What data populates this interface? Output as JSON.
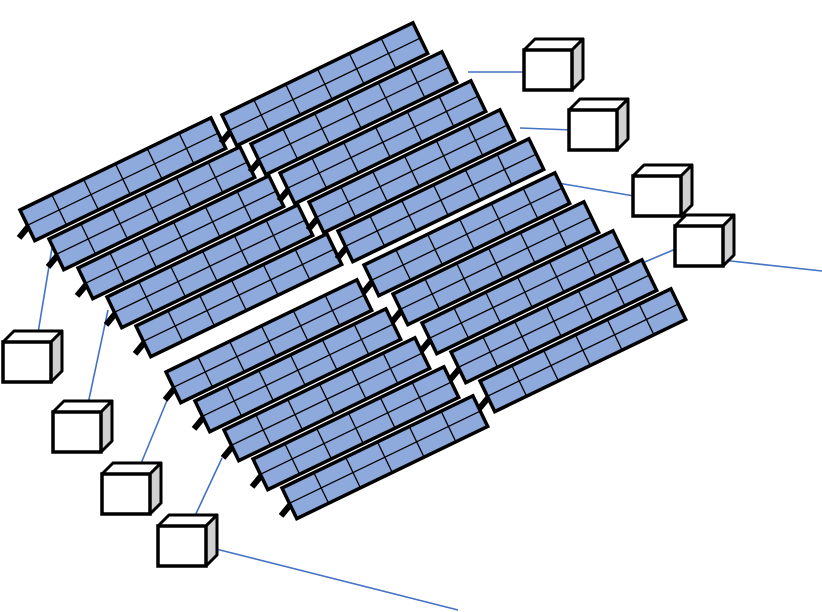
{
  "title": "",
  "colors": {
    "panel_fill": "#8EA9DB",
    "outline": "#000000",
    "cable": "#4472C4",
    "box_top": "#ffffff",
    "box_side": "#d0d0d0",
    "background": "#ffffff"
  },
  "panel": {
    "cells_along": 6,
    "cells_across": 2
  },
  "arrays": [
    {
      "name": "array-upper-left",
      "rows": 5
    },
    {
      "name": "array-upper-right",
      "rows": 5
    },
    {
      "name": "array-lower-left",
      "rows": 5
    },
    {
      "name": "array-lower-right",
      "rows": 5
    }
  ],
  "combiner_boxes": [
    {
      "name": "combiner-box-1"
    },
    {
      "name": "combiner-box-2"
    },
    {
      "name": "combiner-box-3"
    },
    {
      "name": "combiner-box-4"
    },
    {
      "name": "combiner-box-5"
    },
    {
      "name": "combiner-box-6"
    },
    {
      "name": "combiner-box-7"
    },
    {
      "name": "combiner-box-8"
    }
  ],
  "output_cables": 2
}
